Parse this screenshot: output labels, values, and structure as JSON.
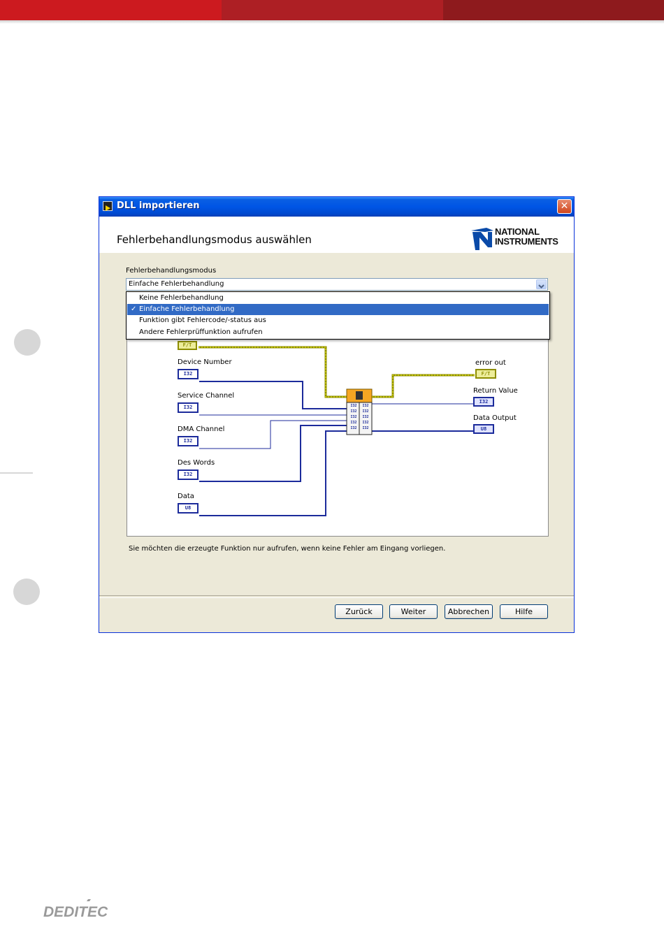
{
  "window": {
    "title": "DLL importieren",
    "close_glyph": "✕",
    "heading": "Fehlerbehandlungsmodus auswählen",
    "logo_line1": "NATIONAL",
    "logo_line2": "INSTRUMENTS"
  },
  "error_mode": {
    "label": "Fehlerbehandlungsmodus",
    "selected": "Einfache Fehlerbehandlung",
    "check_glyph": "✓",
    "options": [
      "Keine Fehlerbehandlung",
      "Einfache Fehlerbehandlung",
      "Funktion gibt Fehlercode/-status aus",
      "Andere Fehlerprüffunktion aufrufen"
    ],
    "selected_index": 1
  },
  "diagram": {
    "inputs": [
      {
        "label": "Device Number",
        "type": "I32"
      },
      {
        "label": "Service Channel",
        "type": "I32"
      },
      {
        "label": "DMA Channel",
        "type": "I32"
      },
      {
        "label": "Des Words",
        "type": "I32"
      },
      {
        "label": "Data",
        "type": "U8"
      }
    ],
    "outputs": [
      {
        "label": "error out",
        "type": "F/T"
      },
      {
        "label": "Return Value",
        "type": "I32"
      },
      {
        "label": "Data Output",
        "type": "U8"
      }
    ],
    "error_in_type": "F/T",
    "node_rows": [
      "I32",
      "I32",
      "I32",
      "I32",
      "I32"
    ]
  },
  "hint": "Sie möchten die erzeugte Funktion nur aufrufen, wenn keine Fehler am Eingang vorliegen.",
  "buttons": {
    "back": "Zurück",
    "next": "Weiter",
    "cancel": "Abbrechen",
    "help": "Hilfe"
  },
  "colors": {
    "accent_red": "#cc1a1f",
    "title_blue": "#0055e5",
    "wire_blue": "#00008b",
    "wire_error": "#9b9b00",
    "selection": "#316ac5"
  },
  "footer_logo": "DEDITEC"
}
